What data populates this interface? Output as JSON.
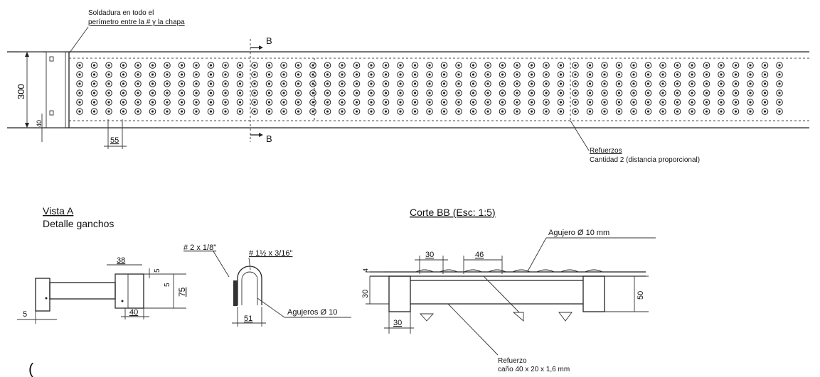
{
  "top_view": {
    "weld_note_line1": "Soldadura en todo el",
    "weld_note_line2": "perímetro entre la # y la chapa",
    "section_marker_top": "B",
    "section_marker_bottom": "B",
    "dim_height": "300",
    "dim_bottom": "40",
    "dim_pitch": "55",
    "reinforcement_label": "Refuerzos",
    "reinforcement_qty": "Cantidad 2 (distancia proporcional)"
  },
  "vista_a": {
    "title": "Vista A",
    "subtitle": "Detalle ganchos",
    "dim_38": "38",
    "dim_5_top": "5",
    "dim_75": "75",
    "dim_40": "40",
    "dim_5_left": "5"
  },
  "hook_detail": {
    "label_flat_bar": "# 2 x 1/8\"",
    "label_round_bar": "# 1½ x 3/16\"",
    "label_holes": "Agujeros Ø 10",
    "dim_51": "51"
  },
  "section_bb": {
    "title": "Corte BB (Esc: 1:5)",
    "hole_label": "Agujero Ø 10 mm",
    "dim_30_top": "30",
    "dim_46": "46",
    "dim_4": "4",
    "dim_30_left": "30",
    "dim_50": "50",
    "dim_30_bottom": "30",
    "reinforcement_label": "Refuerzo",
    "reinforcement_spec": "caño 40 x 20 x 1,6 mm"
  }
}
